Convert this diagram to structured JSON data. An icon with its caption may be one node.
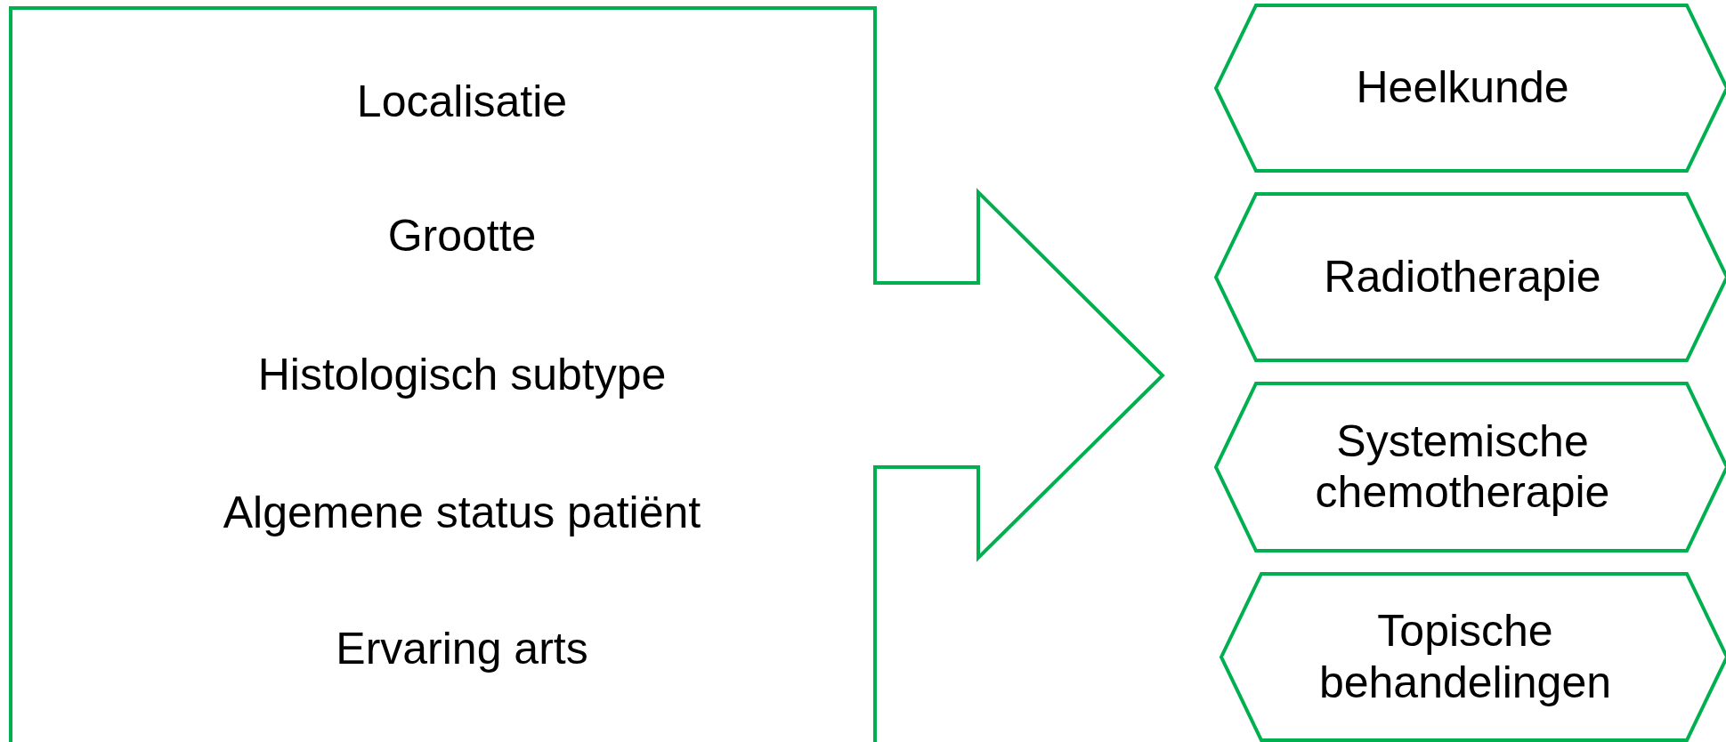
{
  "diagram": {
    "nodes": [
      {
        "text": [
          "Localisatie",
          "Grootte",
          "Histologisch subtype",
          "Algemene status patiënt",
          "Ervaring arts"
        ]
      },
      {
        "text": [
          "Heelkunde"
        ]
      },
      {
        "text": [
          "Radiotherapie"
        ]
      },
      {
        "text": [
          "Systemische chemotherapie"
        ]
      },
      {
        "text": [
          "Topische behandelingen"
        ]
      }
    ]
  }
}
